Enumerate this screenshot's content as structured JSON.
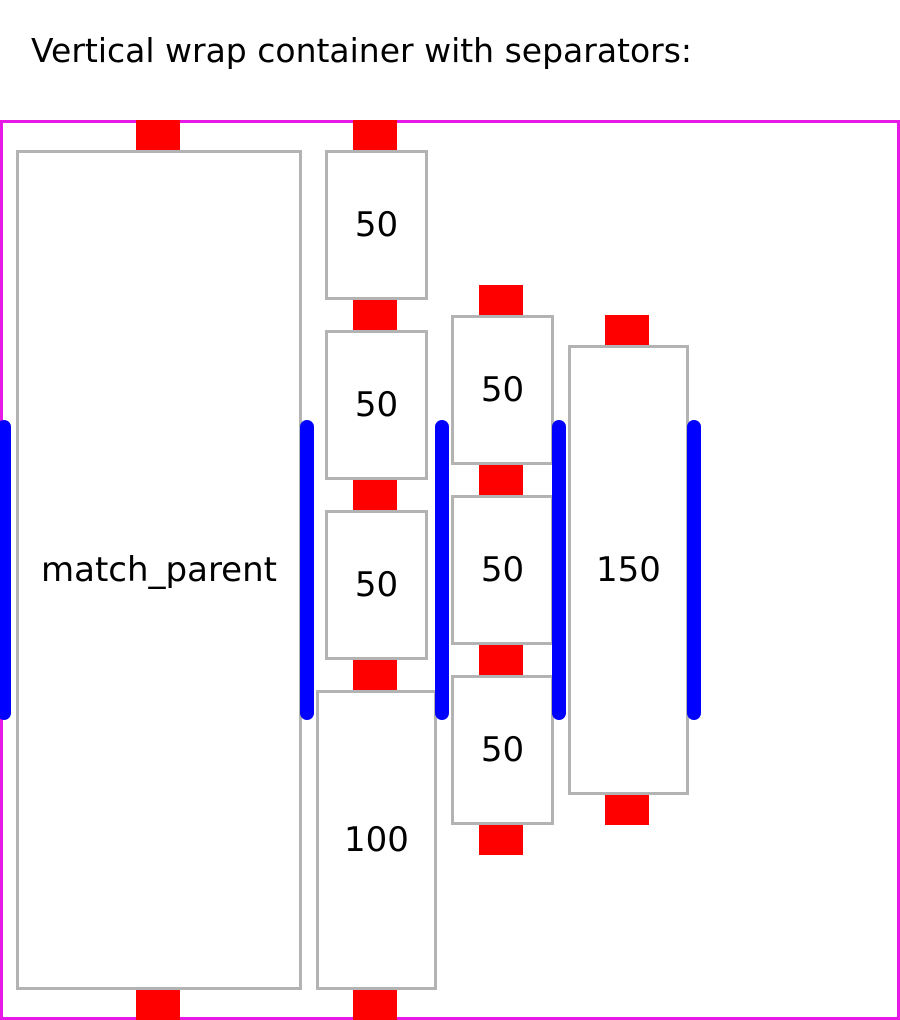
{
  "title": "Vertical wrap container with separators:",
  "colors": {
    "container_border": "#e619e6",
    "item_border": "#b3b3b3",
    "item_separator": "#ff0000",
    "line_separator": "#0000ff"
  },
  "items": [
    {
      "label": "match_parent"
    },
    {
      "label": "50"
    },
    {
      "label": "50"
    },
    {
      "label": "50"
    },
    {
      "label": "100"
    },
    {
      "label": "50"
    },
    {
      "label": "50"
    },
    {
      "label": "50"
    },
    {
      "label": "150"
    }
  ]
}
